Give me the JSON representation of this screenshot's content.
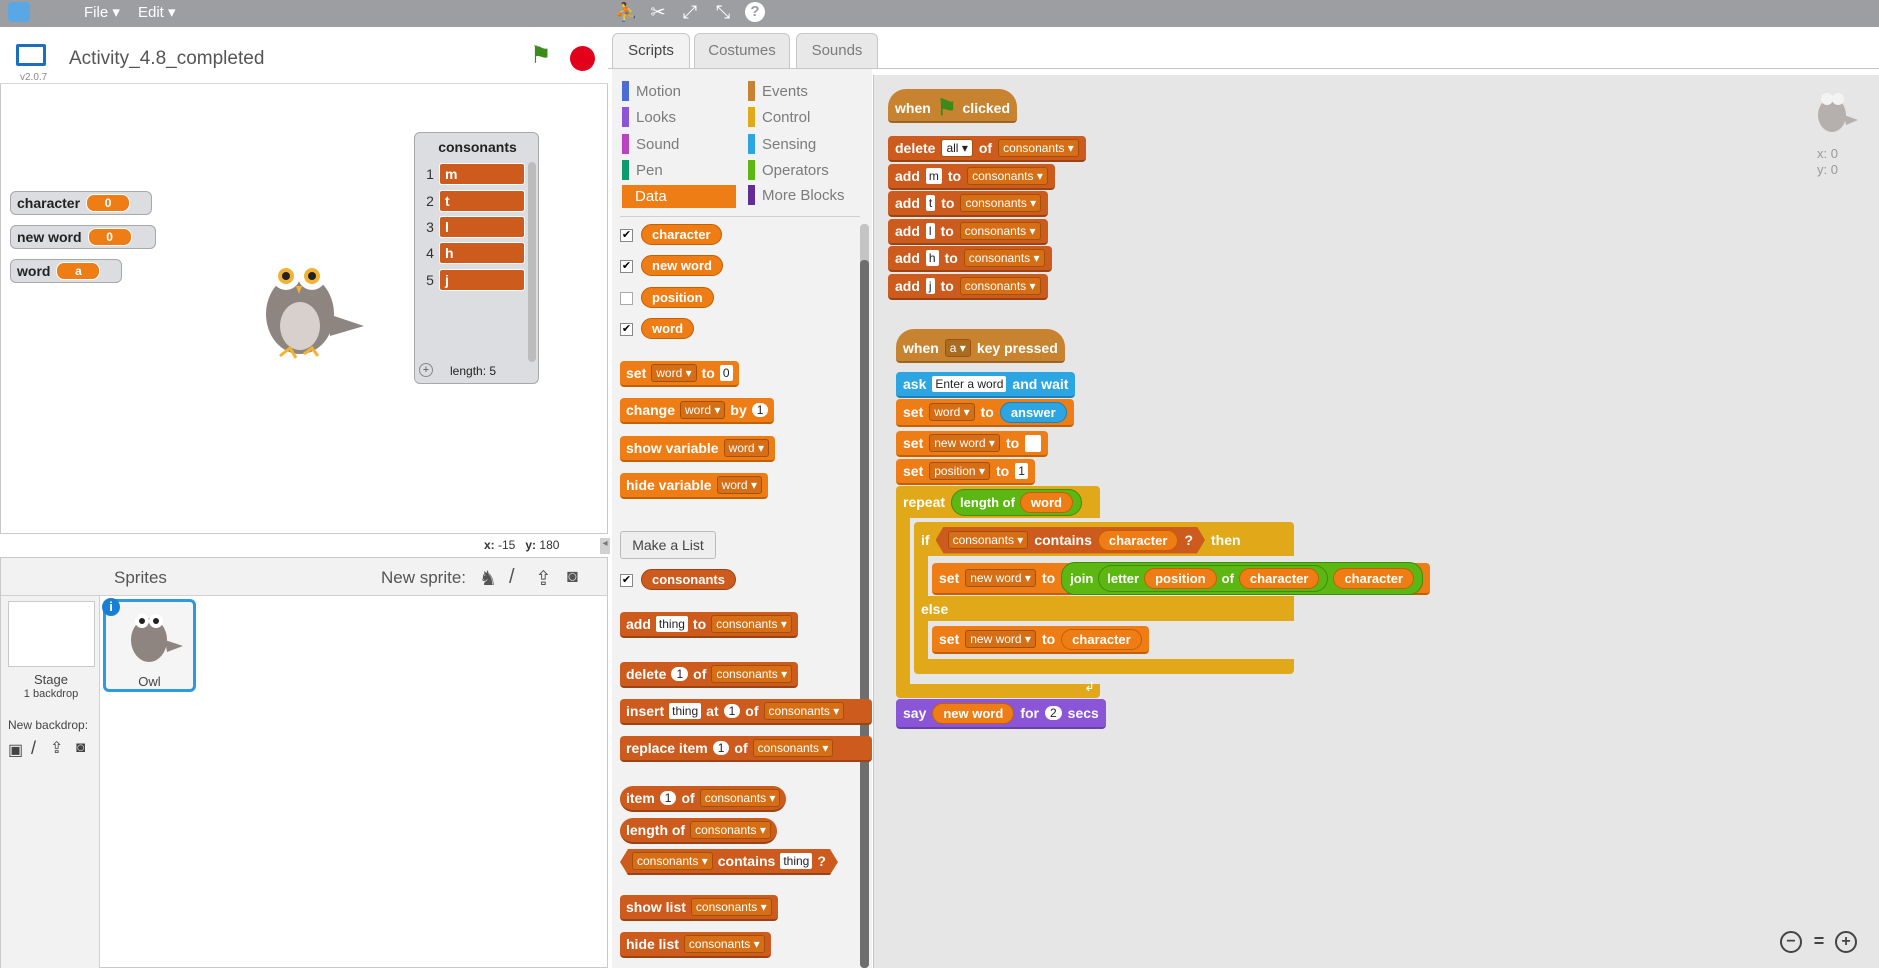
{
  "menu": {
    "file": "File",
    "edit": "Edit"
  },
  "toolbar": {
    "duplicate": "duplicate-icon",
    "cut": "cut-icon",
    "grow": "grow-icon",
    "shrink": "shrink-icon",
    "help": "?"
  },
  "stage": {
    "title": "Activity_4.8_completed",
    "version": "v2.0.7",
    "coords_x_label": "x:",
    "coords_x": "-15",
    "coords_y_label": "y:",
    "coords_y": "180",
    "monitors": [
      {
        "label": "character",
        "value": "0"
      },
      {
        "label": "new word",
        "value": "0"
      },
      {
        "label": "word",
        "value": "a"
      }
    ],
    "list_monitor": {
      "title": "consonants",
      "items": [
        {
          "n": "1",
          "v": "m"
        },
        {
          "n": "2",
          "v": "t"
        },
        {
          "n": "3",
          "v": "l"
        },
        {
          "n": "4",
          "v": "h"
        },
        {
          "n": "5",
          "v": "j"
        }
      ],
      "add": "+",
      "length": "length: 5"
    }
  },
  "sprites": {
    "header": "Sprites",
    "new_sprite": "New sprite:",
    "stage_label": "Stage",
    "stage_sub": "1 backdrop",
    "new_backdrop": "New backdrop:",
    "sprite_name": "Owl",
    "info": "i"
  },
  "tabs": {
    "scripts": "Scripts",
    "costumes": "Costumes",
    "sounds": "Sounds"
  },
  "categories": [
    {
      "label": "Motion",
      "color": "#4a6cd4"
    },
    {
      "label": "Events",
      "color": "#c88330"
    },
    {
      "label": "Looks",
      "color": "#8a55d7"
    },
    {
      "label": "Control",
      "color": "#e1a91a"
    },
    {
      "label": "Sound",
      "color": "#bb42c3"
    },
    {
      "label": "Sensing",
      "color": "#2ca5e2"
    },
    {
      "label": "Pen",
      "color": "#0e9a6c"
    },
    {
      "label": "Operators",
      "color": "#5cb712"
    },
    {
      "label": "Data",
      "color": "#ee7d16"
    },
    {
      "label": "More Blocks",
      "color": "#632d99"
    }
  ],
  "palette": {
    "vars": [
      "character",
      "new word",
      "position",
      "word"
    ],
    "set": "set",
    "to": "to",
    "word": "word",
    "zero": "0",
    "change": "change",
    "by": "by",
    "one": "1",
    "show_variable": "show variable",
    "hide_variable": "hide variable",
    "make_list": "Make a List",
    "list": "consonants",
    "add": "add",
    "thing": "thing",
    "delete": "delete",
    "of": "of",
    "insert": "insert",
    "at": "at",
    "replace_item": "replace item",
    "item": "item",
    "length_of": "length of",
    "contains": "contains",
    "q": "?",
    "show_list": "show list",
    "hide_list": "hide list"
  },
  "script1": {
    "when": "when",
    "clicked": "clicked",
    "delete": "delete",
    "all": "all",
    "of": "of",
    "list": "consonants",
    "add": "add",
    "to": "to",
    "letters": [
      "m",
      "t",
      "l",
      "h",
      "j"
    ]
  },
  "script2": {
    "when": "when",
    "key": "a",
    "key_pressed": "key pressed",
    "ask": "ask",
    "ask_text": "Enter a word",
    "and_wait": "and wait",
    "set": "set",
    "to": "to",
    "word": "word",
    "answer": "answer",
    "new_word": "new word",
    "position": "position",
    "one": "1",
    "repeat": "repeat",
    "length_of": "length of",
    "if": "if",
    "list": "consonants",
    "contains": "contains",
    "character": "character",
    "q": "?",
    "then": "then",
    "join": "join",
    "letter": "letter",
    "of": "of",
    "else": "else",
    "say": "say",
    "for": "for",
    "two": "2",
    "secs": "secs"
  },
  "sprite_info": {
    "x": "x: 0",
    "y": "y: 0"
  },
  "zoom": {
    "out": "−",
    "reset": "=",
    "in": "+"
  }
}
